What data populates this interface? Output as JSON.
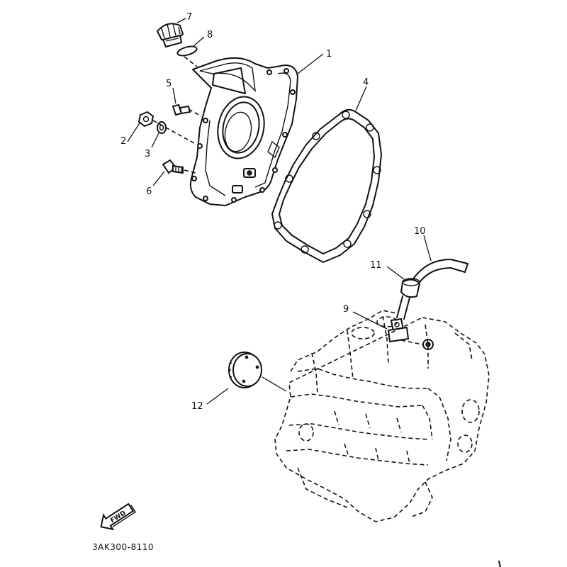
{
  "diagram": {
    "part_labels": [
      "1",
      "2",
      "3",
      "4",
      "5",
      "6",
      "7",
      "8",
      "9",
      "10",
      "11",
      "12"
    ],
    "fwd_label": "FWD",
    "drawing_code": "3AK300-8110"
  }
}
